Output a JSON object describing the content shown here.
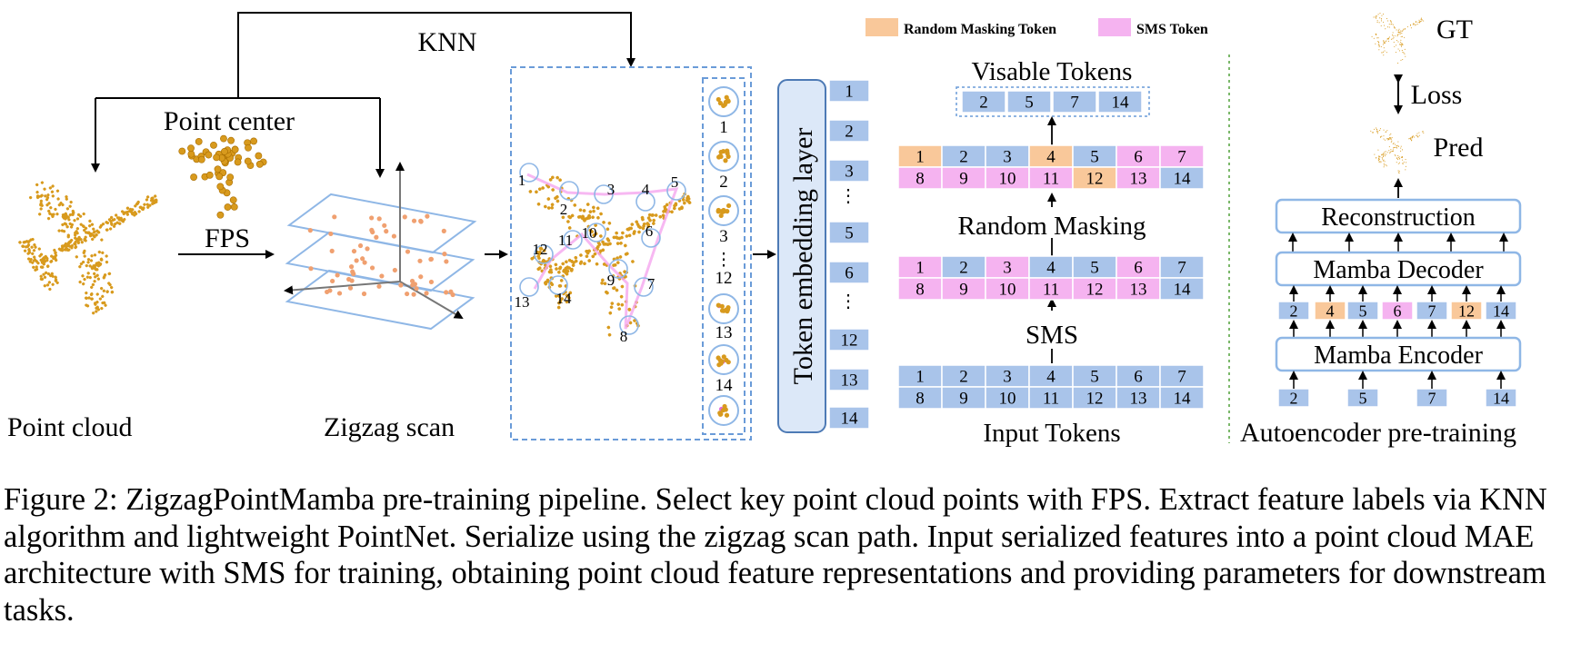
{
  "figure": {
    "labels": {
      "knn": "KNN",
      "point_center": "Point center",
      "fps": "FPS",
      "point_cloud": "Point cloud",
      "zigzag_scan": "Zigzag scan",
      "token_embedding_layer": "Token embedding layer",
      "visable_tokens": "Visable Tokens",
      "random_masking": "Random Masking",
      "sms": "SMS",
      "input_tokens": "Input Tokens",
      "autoencoder_pretraining": "Autoencoder pre-training",
      "gt": "GT",
      "loss": "Loss",
      "pred": "Pred",
      "reconstruction": "Reconstruction",
      "mamba_decoder": "Mamba Decoder",
      "mamba_encoder": "Mamba Encoder"
    },
    "legend": {
      "random_masking_token": "Random Masking Token",
      "sms_token": "SMS Token"
    },
    "colors": {
      "token_blue": "#a9c4ea",
      "token_orange": "#f9c89a",
      "token_pink": "#f5b3f0",
      "point_gold": "#d89a1d",
      "scan_blue": "#8fb7e6",
      "dash_blue": "#6a9bd8",
      "green_divider": "#7bb86a"
    },
    "scan_numbers": [
      "1",
      "2",
      "3",
      "4",
      "5",
      "6",
      "7",
      "8",
      "9",
      "10",
      "11",
      "12",
      "13",
      "14"
    ],
    "patch_column_labels": [
      "1",
      "2",
      "3",
      "⋮",
      "12",
      "13",
      "14"
    ],
    "embedding_tokens": [
      "1",
      "2",
      "3",
      "⋮",
      "5",
      "6",
      "⋮",
      "12",
      "13",
      "14"
    ],
    "visible_tokens": [
      "2",
      "5",
      "7",
      "14"
    ],
    "masked_rows": {
      "row1": [
        "1",
        "2",
        "3",
        "4",
        "5",
        "6",
        "7"
      ],
      "row2": [
        "8",
        "9",
        "10",
        "11",
        "12",
        "13",
        "14"
      ]
    },
    "sms_rows": {
      "row1": [
        "1",
        "2",
        "3",
        "4",
        "5",
        "6",
        "7"
      ],
      "row2": [
        "8",
        "9",
        "10",
        "11",
        "12",
        "13",
        "14"
      ]
    },
    "input_rows": {
      "row1": [
        "1",
        "2",
        "3",
        "4",
        "5",
        "6",
        "7"
      ],
      "row2": [
        "8",
        "9",
        "10",
        "11",
        "12",
        "13",
        "14"
      ]
    },
    "decoder_tokens": [
      "2",
      "4",
      "5",
      "6",
      "7",
      "12",
      "14"
    ],
    "encoder_tokens": [
      "2",
      "5",
      "7",
      "14"
    ]
  },
  "caption": "Figure 2: ZigzagPointMamba pre-training pipeline. Select key point cloud points with FPS. Extract feature labels via KNN algorithm and lightweight PointNet. Serialize using the zigzag scan path. Input serialized features into a point cloud MAE architecture with SMS for training, obtaining point cloud feature representations and providing parameters for downstream tasks."
}
